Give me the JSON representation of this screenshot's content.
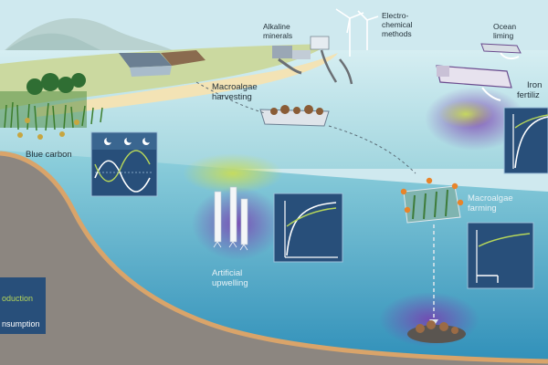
{
  "labels": {
    "blue_carbon": "Blue carbon",
    "alkaline_minerals_1": "Alkaline",
    "alkaline_minerals_2": "minerals",
    "electrochemical_1": "Electro-",
    "electrochemical_2": "chemical",
    "electrochemical_3": "methods",
    "ocean_liming_1": "Ocean",
    "ocean_liming_2": "liming",
    "macroalgae_harvesting_1": "Macroalgae",
    "macroalgae_harvesting_2": "harvesting",
    "iron_fertilization_1": "Iron",
    "iron_fertilization_2": "fertiliz",
    "macroalgae_farming_1": "Macroalgae",
    "macroalgae_farming_2": "farming",
    "artificial_upwelling_1": "Artificial",
    "artificial_upwelling_2": "upwelling"
  },
  "legend": {
    "production": "oduction",
    "consumption": "nsumption"
  },
  "colors": {
    "sky": "#cfe9ef",
    "surface_water": "#a9d9e1",
    "deep_water": "#4aa6c7",
    "seafloor": "#8c8680",
    "sediment_edge": "#d9a46a",
    "land": "#cbd9a0",
    "beach": "#f3e3b5",
    "panel": "#284f7a",
    "curve_white": "#ffffff",
    "curve_green": "#b6d65a",
    "glow_green": "#c8dc5a",
    "glow_purple": "#8a5ab8"
  },
  "icons": [
    "wind-turbine-icon",
    "boat-icon",
    "kelp-icon",
    "moon-icon",
    "sun-icon",
    "tree-icon"
  ]
}
